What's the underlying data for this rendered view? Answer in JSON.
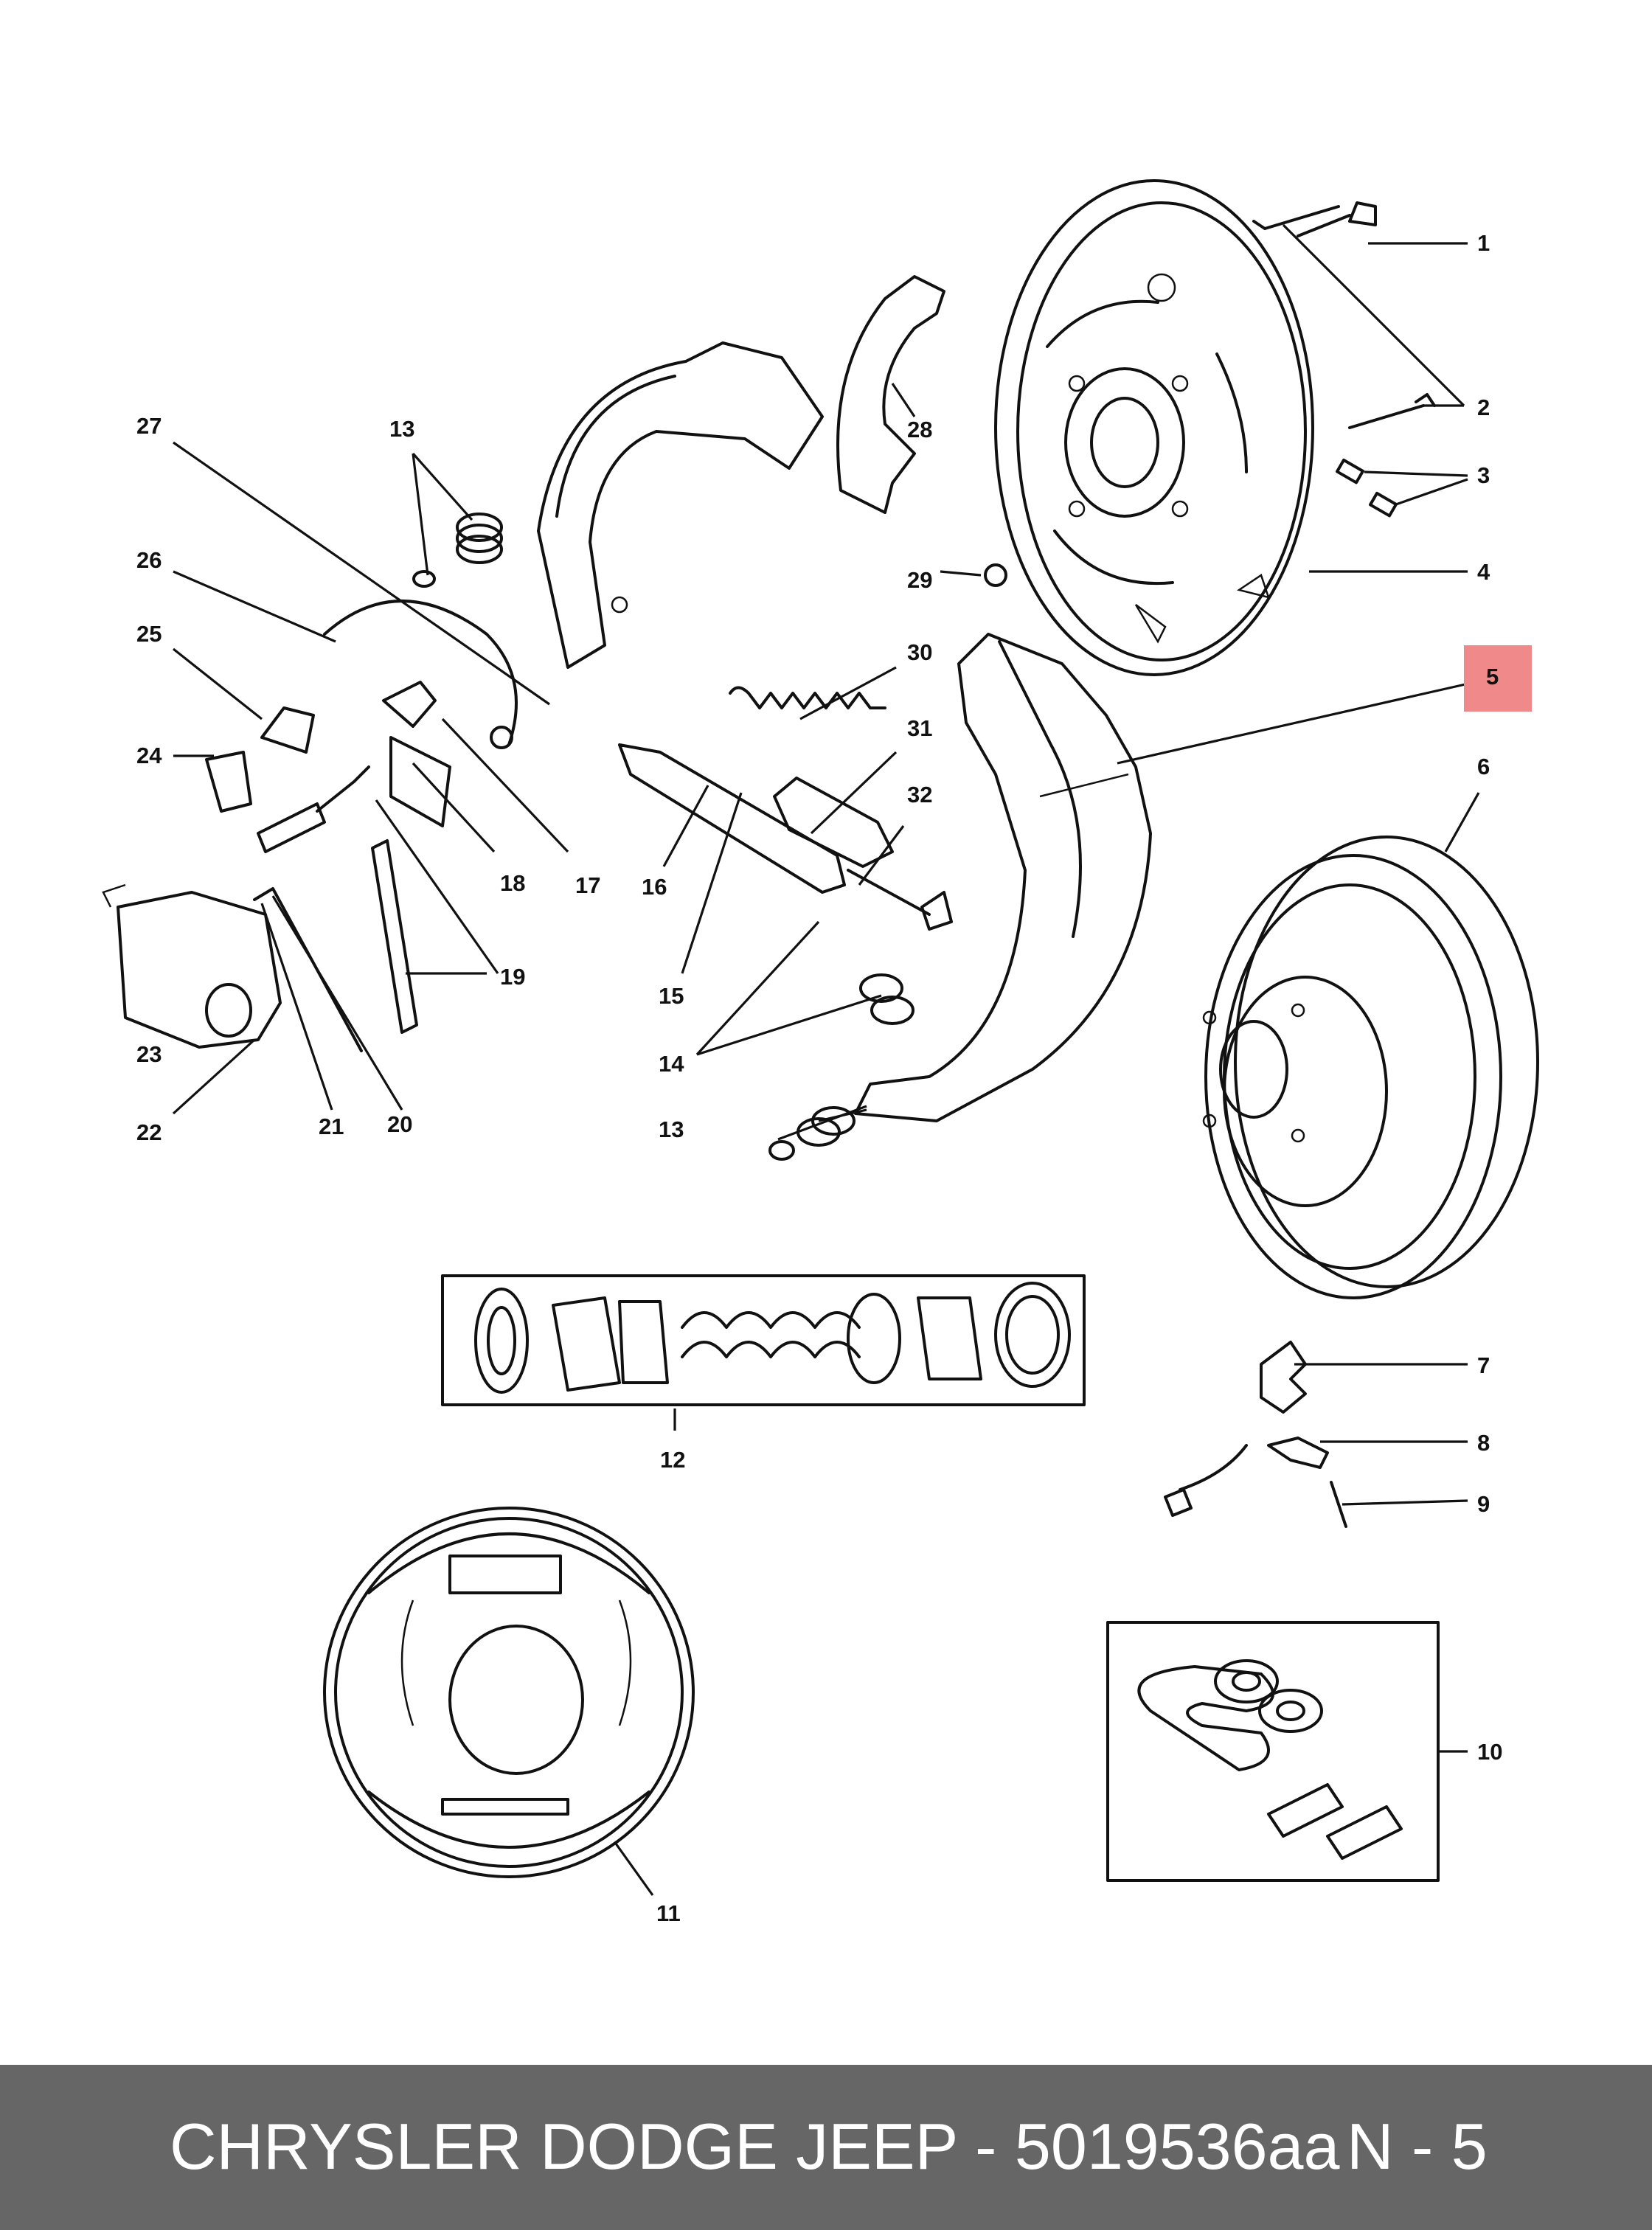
{
  "callouts": {
    "c1": "1",
    "c2": "2",
    "c3": "3",
    "c4": "4",
    "c5": "5",
    "c6": "6",
    "c7": "7",
    "c8": "8",
    "c9": "9",
    "c10": "10",
    "c11": "11",
    "c12": "12",
    "c13a": "13",
    "c13b": "13",
    "c14": "14",
    "c15": "15",
    "c16": "16",
    "c17": "17",
    "c18": "18",
    "c19": "19",
    "c20": "20",
    "c21": "21",
    "c22": "22",
    "c23": "23",
    "c24": "24",
    "c25": "25",
    "c26": "26",
    "c27": "27",
    "c28": "28",
    "c29": "29",
    "c30": "30",
    "c31": "31",
    "c32": "32"
  },
  "highlighted_callout": "5",
  "highlight_color": "#f08a8a",
  "footer": {
    "title": "CHRYSLER DODGE JEEP - 5019536aa",
    "page": "N - 5"
  }
}
